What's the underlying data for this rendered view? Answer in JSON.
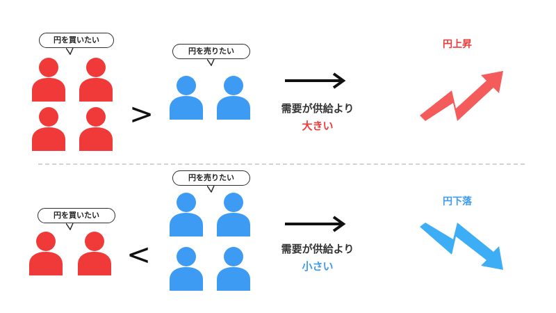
{
  "colors": {
    "red": "#f03a3a",
    "blue": "#3d9bf3",
    "up_arrow": "#f45b5b",
    "down_arrow": "#3daef5",
    "dark": "#111111"
  },
  "top": {
    "buyers_bubble": "円を買いたい",
    "sellers_bubble": "円を売りたい",
    "comparison_symbol": ">",
    "line1": "需要が供給より",
    "line2": "大きい",
    "result_title": "円上昇",
    "buyers_count": 4,
    "sellers_count": 2
  },
  "bottom": {
    "buyers_bubble": "円を買いたい",
    "sellers_bubble": "円を売りたい",
    "comparison_symbol": "<",
    "line1": "需要が供給より",
    "line2": "小さい",
    "result_title": "円下落",
    "buyers_count": 2,
    "sellers_count": 4
  },
  "icons": {
    "person": "person-icon",
    "arrow_right": "arrow-right-icon",
    "trend_up": "trend-up-arrow-icon",
    "trend_down": "trend-down-arrow-icon"
  }
}
